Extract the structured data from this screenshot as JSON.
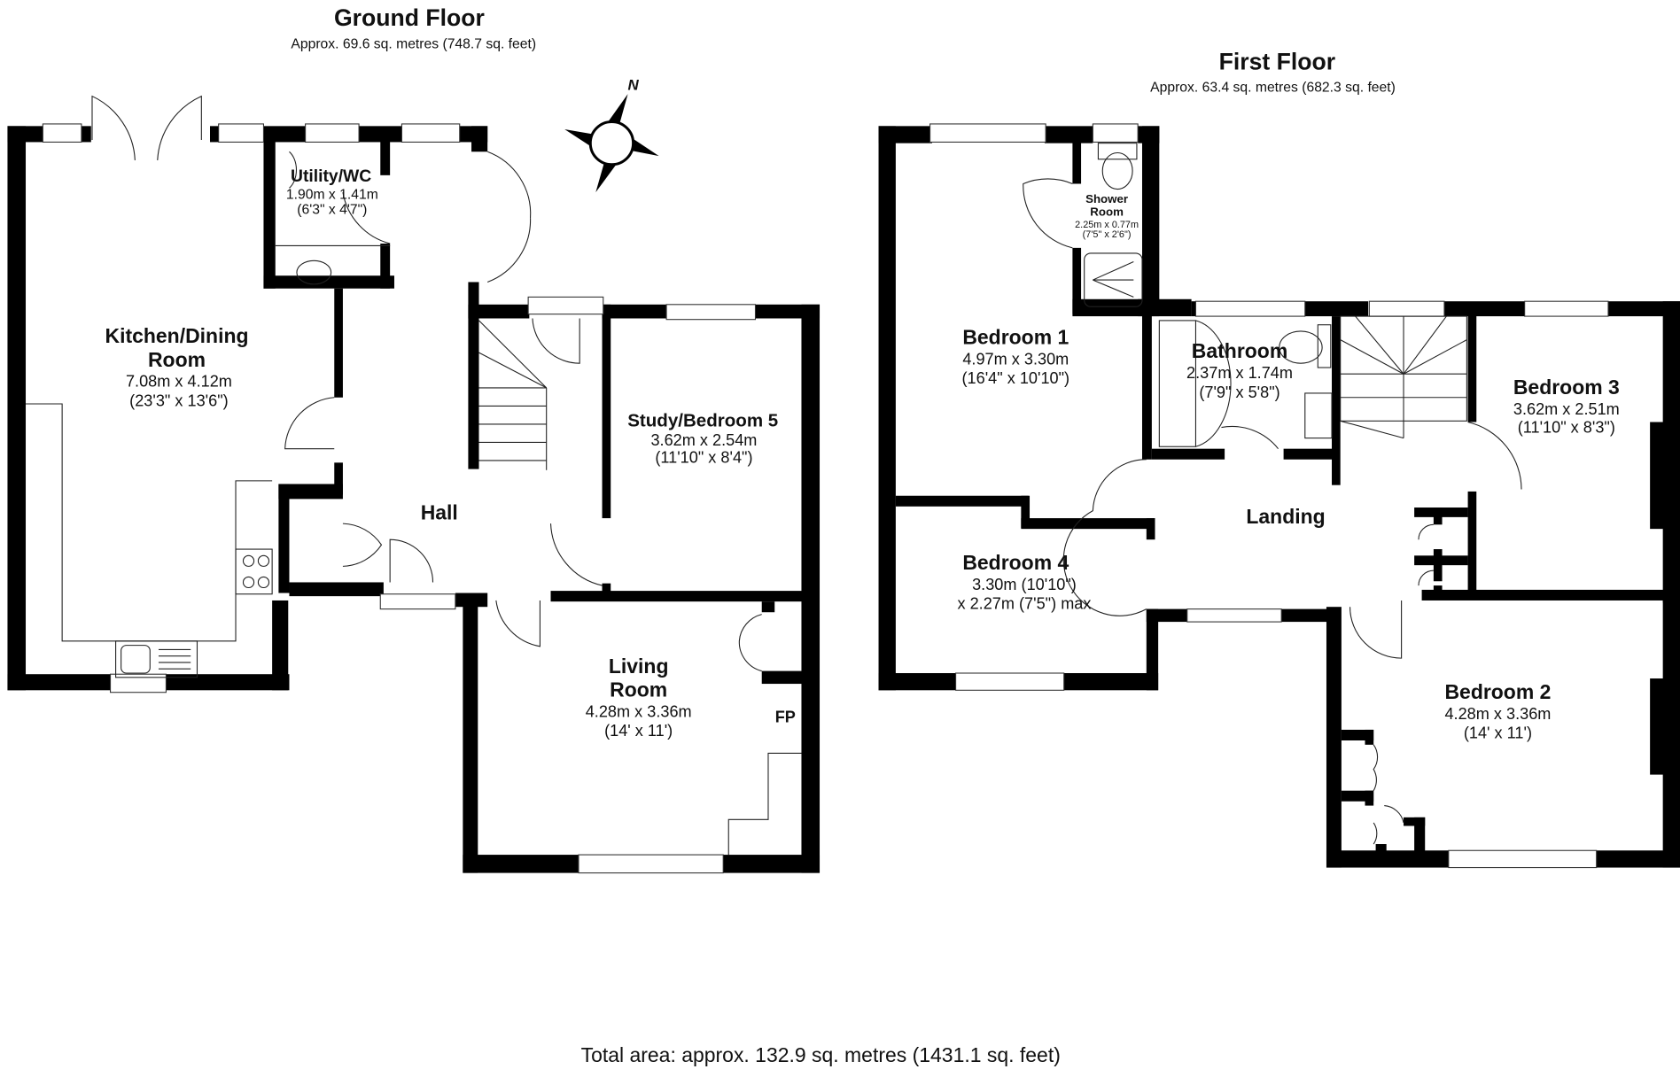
{
  "ground_floor": {
    "title": "Ground Floor",
    "area": "Approx. 69.6 sq. metres (748.7 sq. feet)",
    "rooms": [
      {
        "name_line1": "Kitchen/Dining",
        "name_line2": "Room",
        "dim_m": "7.08m x 4.12m",
        "dim_ft": "(23'3\" x 13'6\")"
      },
      {
        "name_line1": "Utility/WC",
        "dim_m": "1.90m x 1.41m",
        "dim_ft": "(6'3\" x 4'7\")"
      },
      {
        "name_line1": "Hall"
      },
      {
        "name_line1": "Study/Bedroom 5",
        "dim_m": "3.62m x 2.54m",
        "dim_ft": "(11'10\" x 8'4\")"
      },
      {
        "name_line1": "Living",
        "name_line2": "Room",
        "dim_m": "4.28m x 3.36m",
        "dim_ft": "(14' x 11')"
      }
    ],
    "fireplace_label": "FP"
  },
  "first_floor": {
    "title": "First Floor",
    "area": "Approx. 63.4 sq. metres (682.3 sq. feet)",
    "rooms": [
      {
        "name_line1": "Bedroom 1",
        "dim_m": "4.97m x 3.30m",
        "dim_ft": "(16'4\" x 10'10\")"
      },
      {
        "name_line1": "Shower",
        "name_line2": "Room",
        "dim_m": "2.25m x 0.77m",
        "dim_ft": "(7'5\" x 2'6\")"
      },
      {
        "name_line1": "Bathroom",
        "dim_m": "2.37m x 1.74m",
        "dim_ft": "(7'9\" x 5'8\")"
      },
      {
        "name_line1": "Bedroom 3",
        "dim_m": "3.62m x 2.51m",
        "dim_ft": "(11'10\" x 8'3\")"
      },
      {
        "name_line1": "Landing"
      },
      {
        "name_line1": "Bedroom 4",
        "dim_m": "3.30m (10'10\")",
        "dim_ft": "x 2.27m (7'5\") max"
      },
      {
        "name_line1": "Bedroom 2",
        "dim_m": "4.28m x 3.36m",
        "dim_ft": "(14' x 11')"
      }
    ]
  },
  "compass": {
    "north_label": "N"
  },
  "total_area": "Total area: approx. 132.9 sq. metres (1431.1 sq. feet)"
}
